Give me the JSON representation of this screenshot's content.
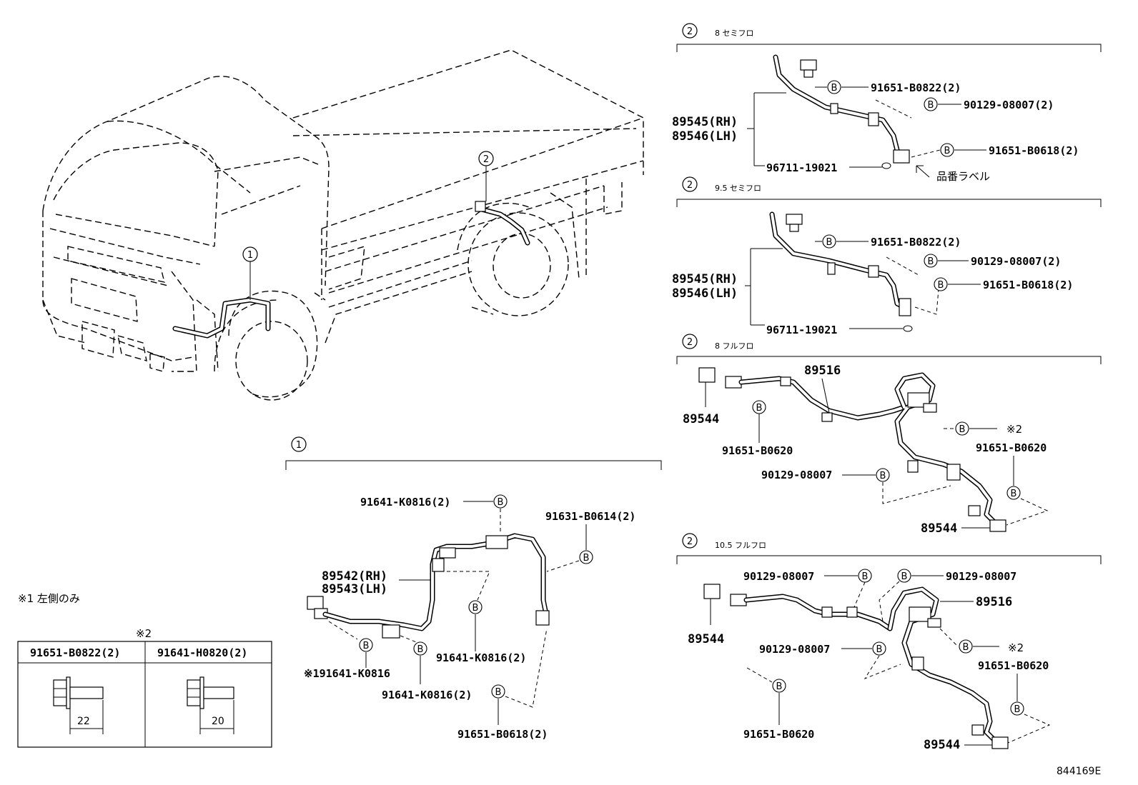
{
  "callouts": {
    "c1": "1",
    "c2": "2",
    "b": "B"
  },
  "sections": {
    "s2a_title": "8 セミフロ",
    "s2b_title": "9.5 セミフロ",
    "s2c_title": "8 フルフロ",
    "s2d_title": "10.5 フルフロ"
  },
  "s2a": {
    "p1": "91651-B0822(2)",
    "p2": "90129-08007(2)",
    "p3": "91651-B0618(2)",
    "p4": "96711-19021",
    "rh": "89545(RH)",
    "lh": "89546(LH)",
    "label": "品番ラベル"
  },
  "s2b": {
    "p1": "91651-B0822(2)",
    "p2": "90129-08007(2)",
    "p3": "91651-B0618(2)",
    "p4": "96711-19021",
    "rh": "89545(RH)",
    "lh": "89546(LH)"
  },
  "s2c": {
    "harness": "89516",
    "sensor_a": "89544",
    "sensor_b": "89544",
    "p1": "91651-B0620",
    "p2": "91651-B0620",
    "p3": "90129-08007",
    "note2": "※2"
  },
  "s2d": {
    "harness": "89516",
    "sensor_a": "89544",
    "sensor_b": "89544",
    "p1": "90129-08007",
    "p2": "90129-08007",
    "p3": "90129-08007",
    "p4": "91651-B0620",
    "p5": "91651-B0620",
    "note2": "※2"
  },
  "s1": {
    "p1": "91641-K0816(2)",
    "p2": "91631-B0614(2)",
    "rh": "89542(RH)",
    "lh": "89543(LH)",
    "p3": "91641-K0816(2)",
    "p4": "※191641-K0816",
    "p5": "91641-K0816(2)",
    "p6": "91651-B0618(2)"
  },
  "notes": {
    "note1": "※1 左側のみ",
    "note2": "※2",
    "bolt1": "91651-B0822(2)",
    "bolt2": "91641-H0820(2)",
    "len1": "22",
    "len2": "20"
  },
  "ref_code": "844169E"
}
